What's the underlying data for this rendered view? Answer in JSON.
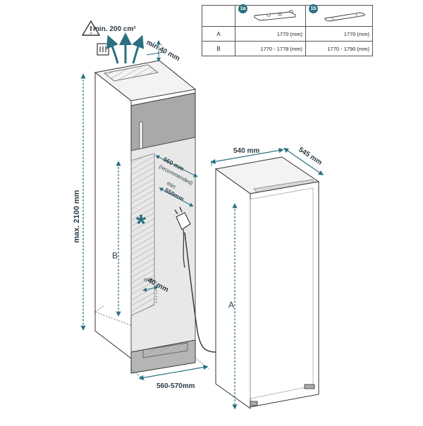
{
  "colors": {
    "teal": "#2b6f80",
    "cabinet_line": "#333333",
    "cabinet_grey": "#9a9a9a",
    "niche_grey": "#e6e6e6",
    "door_grey": "#b8b8b8",
    "hatch": "#a8a8a8"
  },
  "icons": {
    "warning": "warning-triangle-icon",
    "ventilation": "ventilation-grille-icon",
    "airflow": "airflow-arrow-icon",
    "asterisk": "asterisk-icon",
    "plug": "power-plug-icon"
  },
  "table": {
    "badges": [
      "1a",
      "1b"
    ],
    "rows": [
      {
        "label": "A",
        "col1": "1770 (mm)",
        "col2": "1770 (mm)"
      },
      {
        "label": "B",
        "col1": "1770 - 1778 (mm)",
        "col2": "1770 - 1790 (mm)"
      }
    ]
  },
  "labels": {
    "min_area": "min. 200 cm²",
    "min_40_top": "min 40 mm",
    "max_height": "max. 2100 mm",
    "niche_width_line1": "560 mm",
    "niche_width_line2": "(recommended)",
    "min_550_line1": "min",
    "min_550_line2": "550mm",
    "b": "B",
    "min_40_bottom": "40 mm",
    "min_40_bottom_prefix": "min",
    "depth": "560-570mm",
    "fridge_width": "540 mm",
    "fridge_depth": "545 mm",
    "a": "A",
    "asterisk": "*"
  }
}
